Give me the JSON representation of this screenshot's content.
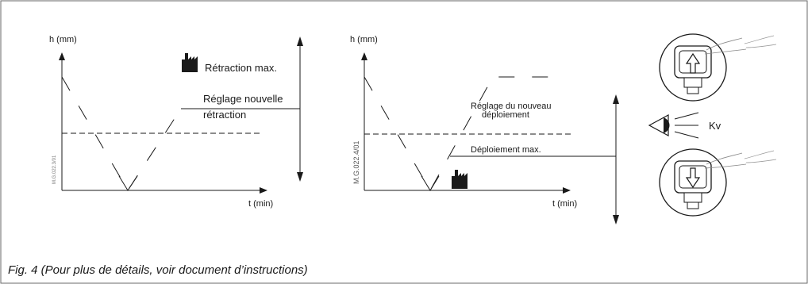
{
  "left_diagram": {
    "y_axis_label": "h (mm)",
    "x_axis_label": "t (min)",
    "ref_code": "M.G.022.3/01",
    "label_max": "Rétraction max.",
    "label_new_line1": "Réglage nouvelle",
    "label_new_line2": "rétraction",
    "icon": "factory-icon"
  },
  "right_diagram": {
    "y_axis_label": "h (mm)",
    "x_axis_label": "t (min)",
    "ref_code": "M.G.022.4/01",
    "label_new_line1": "Réglage du nouveau",
    "label_new_line2": "déploiement",
    "label_max": "Déploiement max.",
    "icon": "factory-icon",
    "eye_label": "Kv"
  },
  "caption": "Fig. 4 (Pour plus de détails, voir document d’instructions)"
}
